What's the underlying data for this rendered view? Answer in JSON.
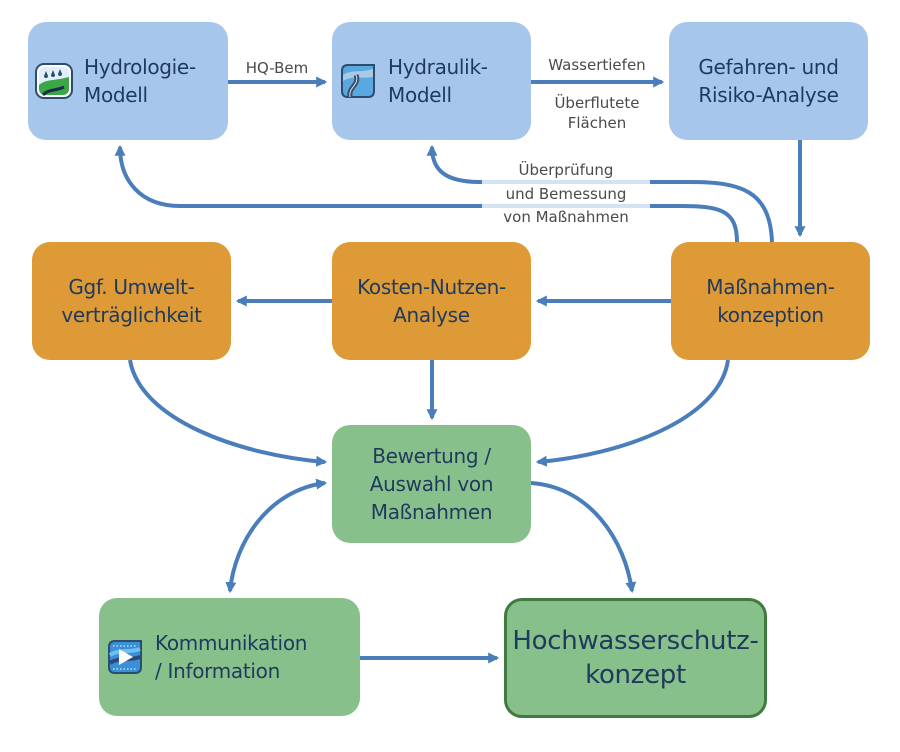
{
  "colors": {
    "arrow": "#4a7ebb",
    "blue_box": "#a7c6ec",
    "orange_box": "#dd9a36",
    "green_box": "#88c08c",
    "final_border": "#3f7a3f",
    "text": "#1f3a5c",
    "label_text": "#4a4a4a"
  },
  "boxes": {
    "hydrologie": {
      "line1": "Hydrologie-",
      "line2": "Modell",
      "icon": "hydrology-rain-landscape-icon"
    },
    "hydraulik": {
      "line1": "Hydraulik-",
      "line2": "Modell",
      "icon": "hydraulics-river-icon"
    },
    "gefahren": {
      "line1": "Gefahren- und",
      "line2": "Risiko-Analyse"
    },
    "umwelt": {
      "line1": "Ggf. Umwelt-",
      "line2": "verträglichkeit"
    },
    "kosten": {
      "line1": "Kosten-Nutzen-",
      "line2": "Analyse"
    },
    "massnahmen": {
      "line1": "Maßnahmen-",
      "line2": "konzeption"
    },
    "bewertung": {
      "line1": "Bewertung /",
      "line2": "Auswahl von",
      "line3": "Maßnahmen"
    },
    "kommunikation": {
      "line1": "Kommunikation",
      "line2": "/ Information",
      "icon": "communication-play-icon"
    },
    "hochwasser": {
      "line1": "Hochwasserschutz-",
      "line2": "konzept"
    }
  },
  "edge_labels": {
    "hq_bem": "HQ-Bem",
    "wassertiefen": "Wassertiefen",
    "ueberflutete_1": "Überflutete",
    "ueberflutete_2": "Flächen",
    "ueberpruefung_1": "Überprüfung",
    "ueberpruefung_2": "und Bemessung",
    "ueberpruefung_3": "von Maßnahmen"
  }
}
